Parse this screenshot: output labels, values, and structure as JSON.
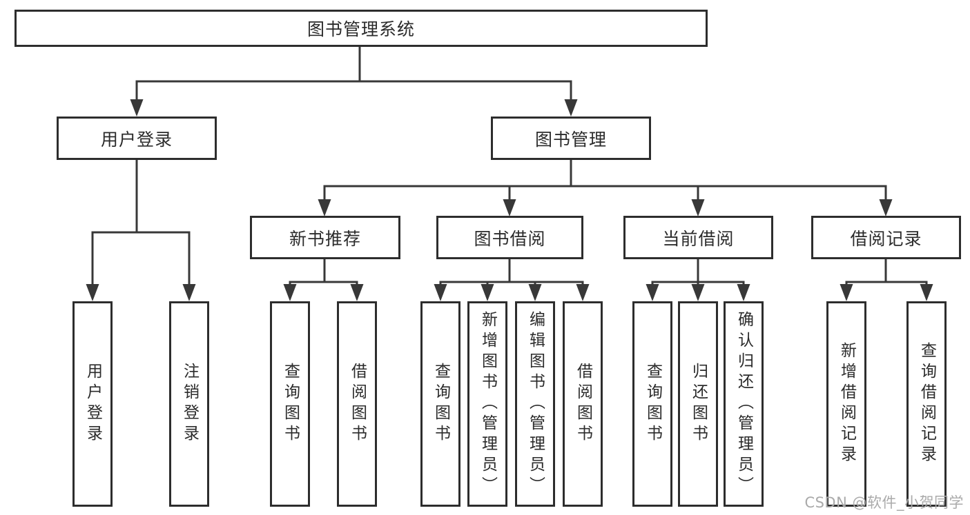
{
  "diagram": {
    "title": "图书管理系统",
    "level2": [
      {
        "label": "用户登录"
      },
      {
        "label": "图书管理"
      }
    ],
    "level3": [
      {
        "label": "新书推荐"
      },
      {
        "label": "图书借阅"
      },
      {
        "label": "当前借阅"
      },
      {
        "label": "借阅记录"
      }
    ],
    "leaves": {
      "user_login": [
        "用户登录",
        "注销登录"
      ],
      "new_book_rec": [
        "查询图书",
        "借阅图书"
      ],
      "book_borrow": [
        "查询图书",
        "新增图书（管理员）",
        "编辑图书（管理员）",
        "借阅图书"
      ],
      "current_borrow": [
        "查询图书",
        "归还图书",
        "确认归还（管理员）"
      ],
      "borrow_record": [
        "新增借阅记录",
        "查询借阅记录"
      ]
    }
  },
  "watermark": {
    "text": "CSDN @软件_小贺同学",
    "color": "#aaaaaa"
  },
  "colors": {
    "line": "#383838",
    "border": "#2d2d2d",
    "text": "#2b2b2b",
    "background": "#ffffff"
  }
}
